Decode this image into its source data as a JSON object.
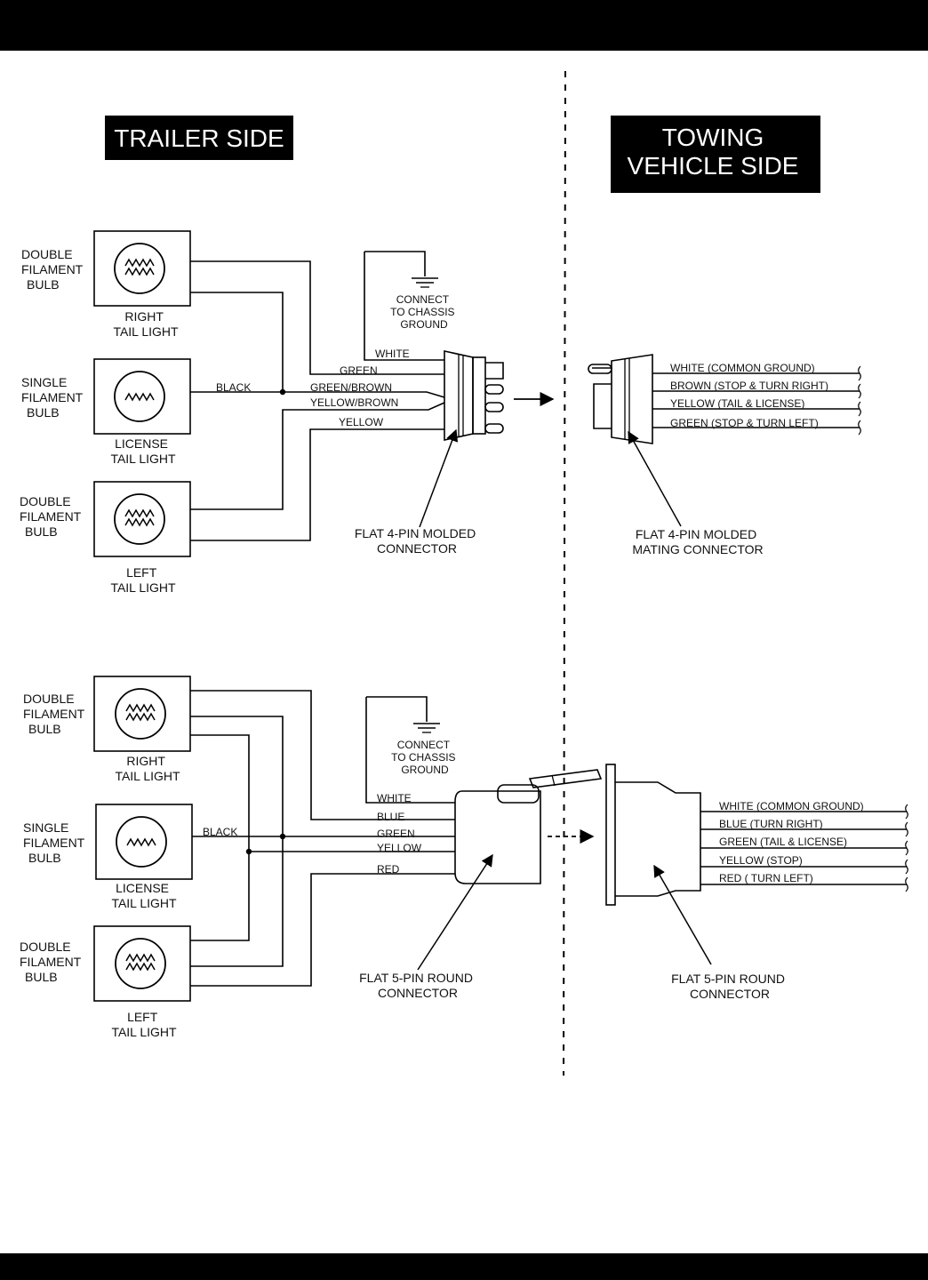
{
  "headers": {
    "trailer_side": "TRAILER SIDE",
    "towing_line1": "TOWING",
    "towing_line2": "VEHICLE SIDE"
  },
  "panel4": {
    "bulb_right": [
      "DOUBLE",
      "FILAMENT",
      "BULB"
    ],
    "bulb_license": [
      "SINGLE",
      "FILAMENT",
      "BULB"
    ],
    "bulb_left": [
      "DOUBLE",
      "FILAMENT",
      "BULB"
    ],
    "right_tail": [
      "RIGHT",
      "TAIL LIGHT"
    ],
    "license_tail": [
      "LICENSE",
      "TAIL LIGHT"
    ],
    "left_tail": [
      "LEFT",
      "TAIL LIGHT"
    ],
    "black": "BLACK",
    "ground": [
      "CONNECT",
      "TO CHASSIS",
      "GROUND"
    ],
    "wires": [
      "WHITE",
      "GREEN",
      "GREEN/BROWN",
      "YELLOW/BROWN",
      "YELLOW"
    ],
    "connector": [
      "FLAT 4-PIN MOLDED",
      "CONNECTOR"
    ],
    "mating": [
      "FLAT 4-PIN MOLDED",
      "MATING CONNECTOR"
    ],
    "vehicle_wires": [
      "WHITE (COMMON GROUND)",
      "BROWN (STOP & TURN RIGHT)",
      "YELLOW (TAIL & LICENSE)",
      "GREEN (STOP & TURN LEFT)"
    ]
  },
  "panel5": {
    "bulb_right": [
      "DOUBLE",
      "FILAMENT",
      "BULB"
    ],
    "bulb_license": [
      "SINGLE",
      "FILAMENT",
      "BULB"
    ],
    "bulb_left": [
      "DOUBLE",
      "FILAMENT",
      "BULB"
    ],
    "right_tail": [
      "RIGHT",
      "TAIL LIGHT"
    ],
    "license_tail": [
      "LICENSE",
      "TAIL LIGHT"
    ],
    "left_tail": [
      "LEFT",
      "TAIL LIGHT"
    ],
    "black": "BLACK",
    "ground": [
      "CONNECT",
      "TO CHASSIS",
      "GROUND"
    ],
    "wires": [
      "WHITE",
      "BLUE",
      "GREEN",
      "YELLOW",
      "RED"
    ],
    "connector": [
      "FLAT 5-PIN ROUND",
      "CONNECTOR"
    ],
    "mating": [
      "FLAT 5-PIN ROUND",
      "CONNECTOR"
    ],
    "vehicle_wires": [
      "WHITE (COMMON GROUND)",
      "BLUE (TURN RIGHT)",
      "GREEN (TAIL & LICENSE)",
      "YELLOW (STOP)",
      "RED ( TURN LEFT)"
    ]
  }
}
